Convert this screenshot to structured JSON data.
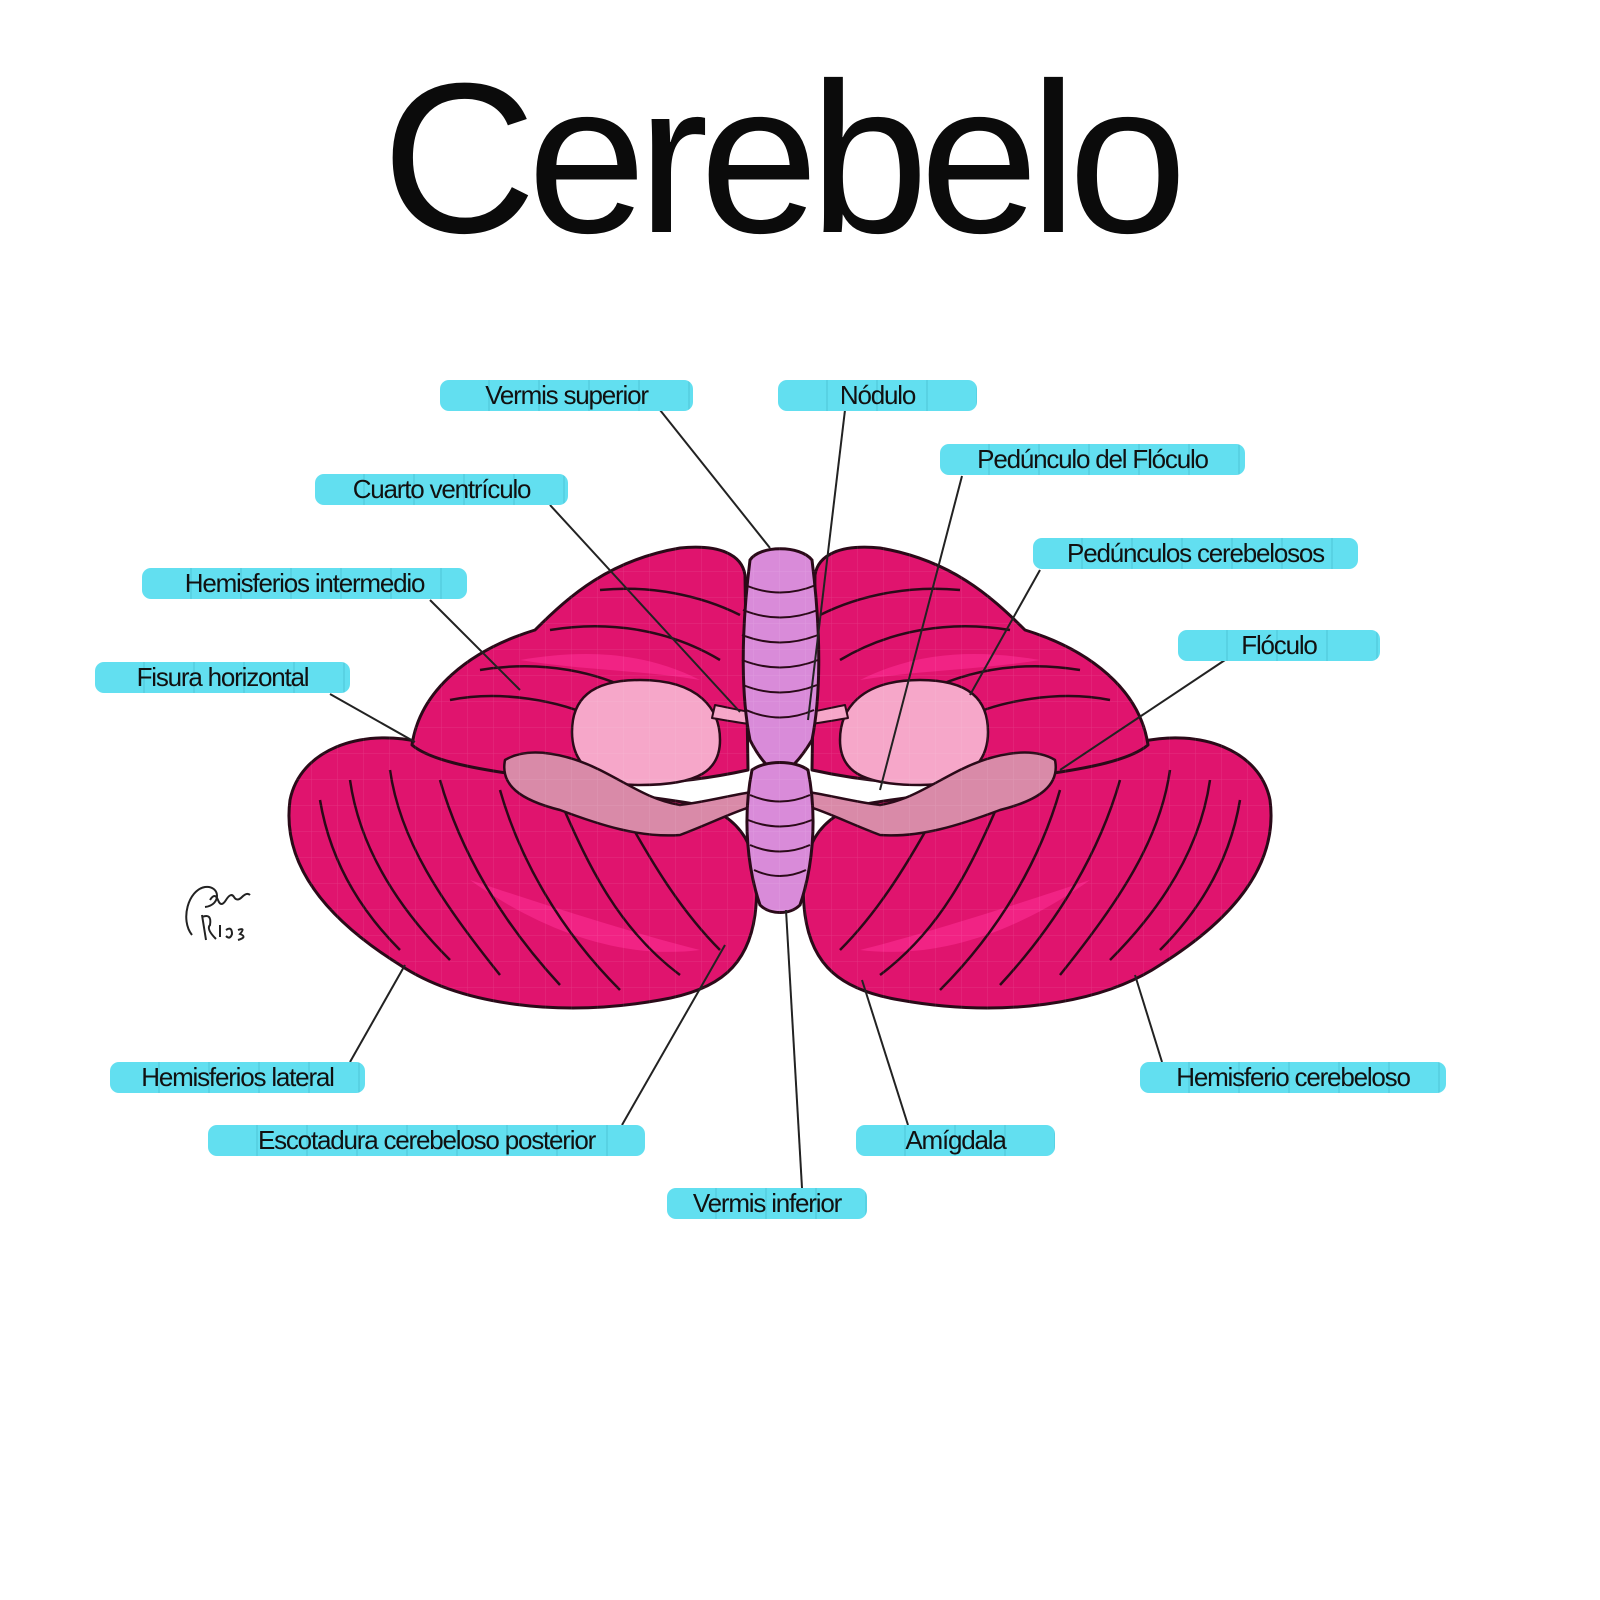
{
  "title": "Cerebelo",
  "colors": {
    "label_bg": "#62dff0",
    "lobe": "#e0146e",
    "lobe_highlight": "#ff2f97",
    "vermis": "#d98bd9",
    "ventricle": "#f6a7c9",
    "flocculus": "#d98aa8"
  },
  "labels": {
    "vermis_superior": "Vermis superior",
    "nodulo": "Nódulo",
    "pedunculo_floculo": "Pedúnculo del Flóculo",
    "cuarto_ventriculo": "Cuarto ventrículo",
    "pedunculos_cerebelosos": "Pedúnculos cerebelosos",
    "hemisferios_intermedio": "Hemisferios intermedio",
    "floculo": "Flóculo",
    "fisura_horizontal": "Fisura horizontal",
    "hemisferios_lateral": "Hemisferios lateral",
    "escotadura": "Escotadura cerebeloso posterior",
    "vermis_inferior": "Vermis inferior",
    "amigdala": "Amígdala",
    "hemisferio_cerebeloso": "Hemisferio cerebeloso"
  },
  "signature": "Paola Rios"
}
